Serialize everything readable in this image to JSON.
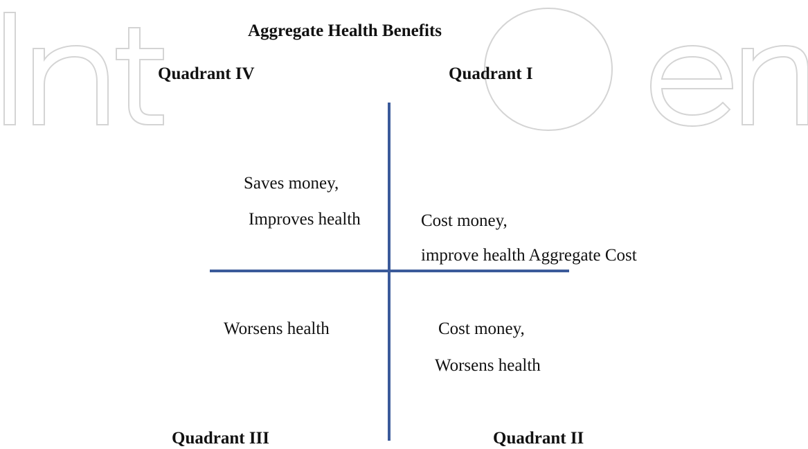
{
  "diagram": {
    "title": "Aggregate Health Benefits",
    "quadrants": {
      "q4_label": "Quadrant IV",
      "q1_label": "Quadrant I",
      "q3_label": "Quadrant III",
      "q2_label": "Quadrant II"
    },
    "cells": {
      "q4_line1": "Saves money,",
      "q4_line2": "Improves health",
      "q1_line1": "Cost money,",
      "q1_line2": "improve health Aggregate Cost",
      "q3_line1": "Worsens health",
      "q2_line1": "Cost money,",
      "q2_line2": "Worsens health"
    },
    "colors": {
      "axis": "#3b5a9a",
      "watermark": "#d4d4d4"
    },
    "watermark": "IntechOpen"
  }
}
